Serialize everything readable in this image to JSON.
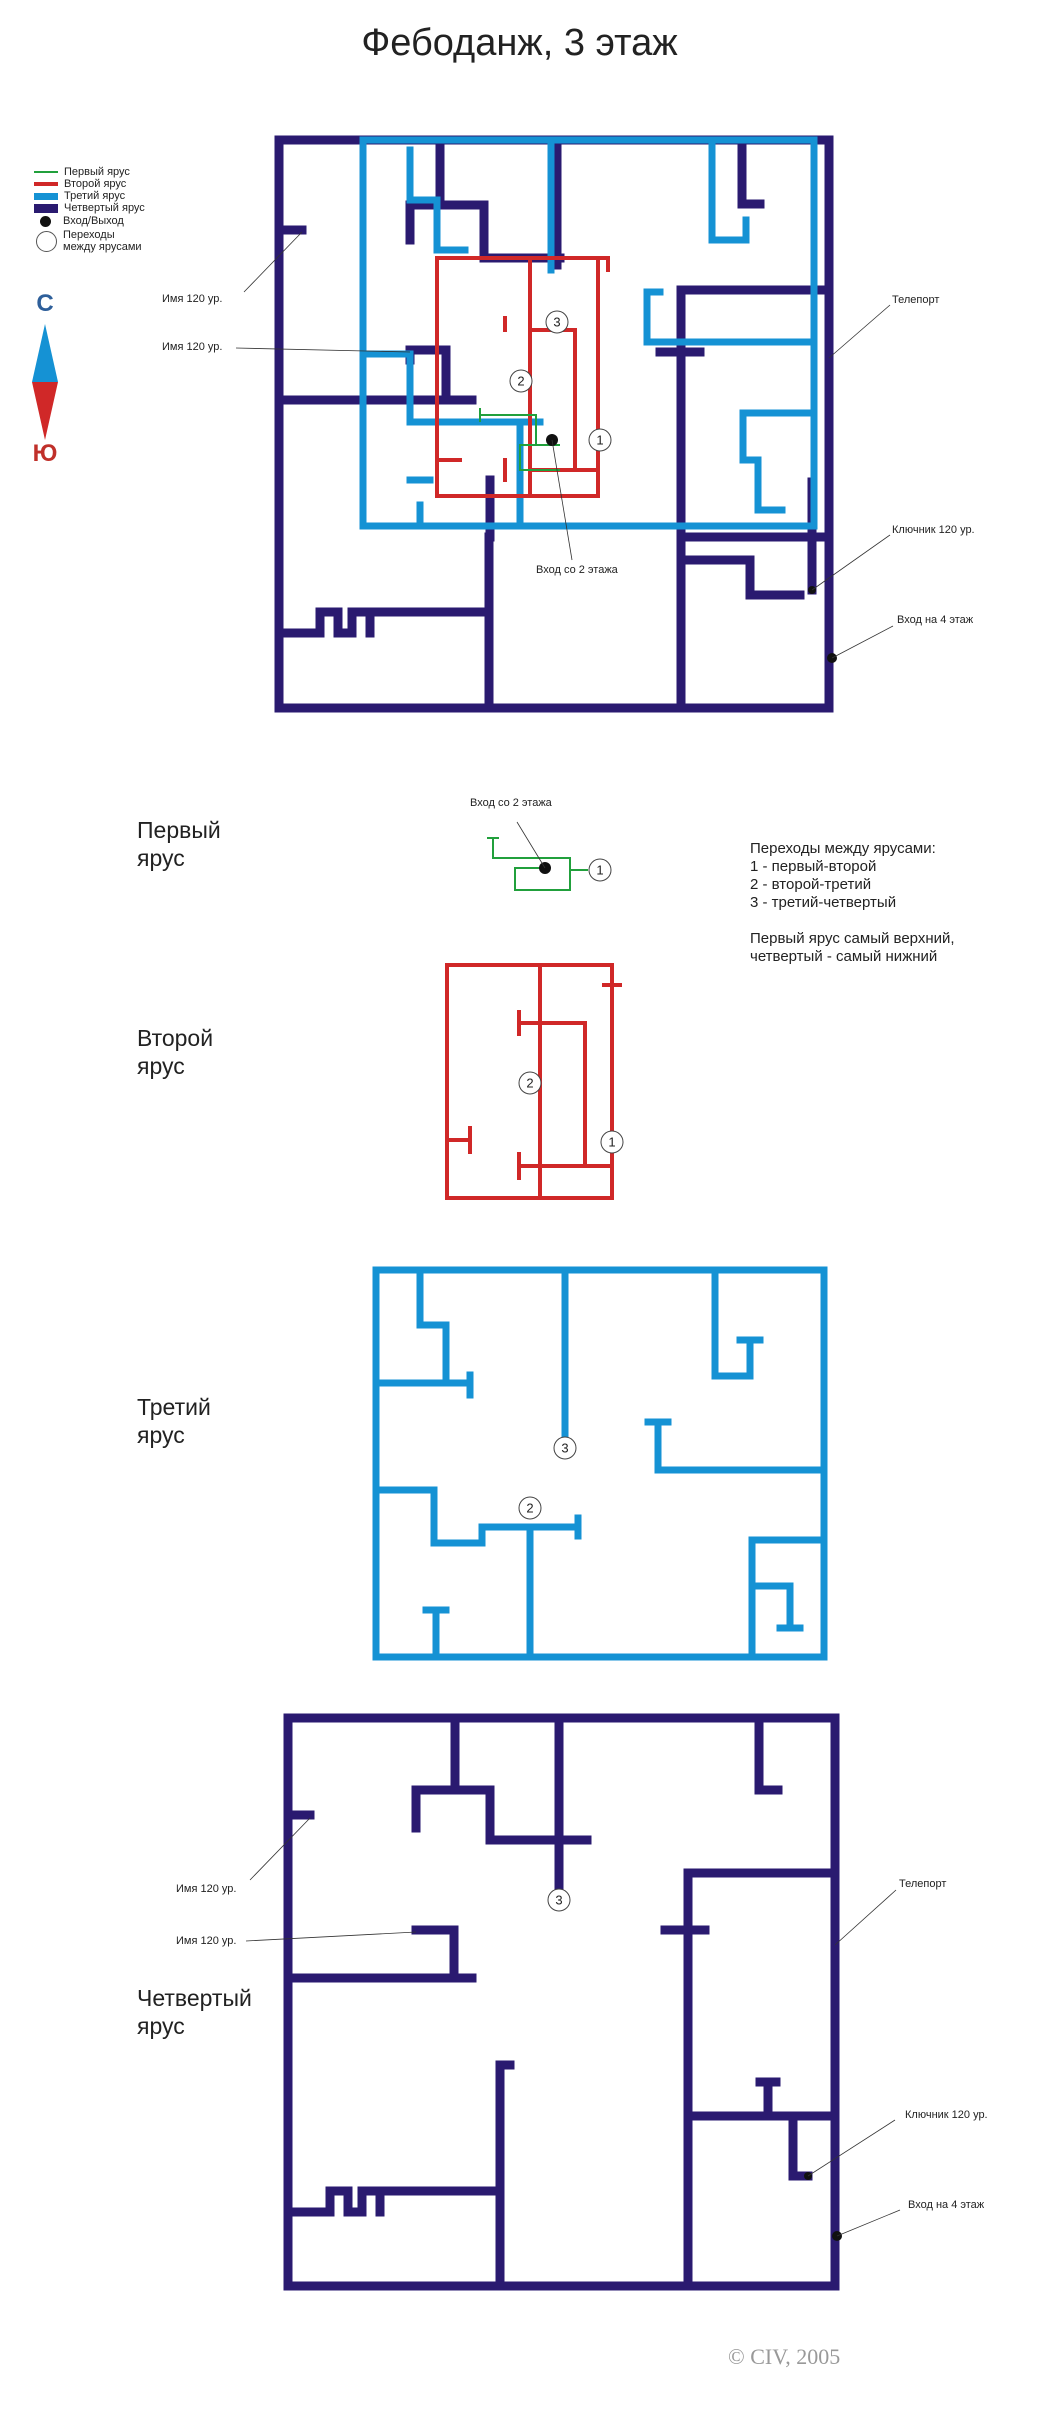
{
  "title": "Фебоданж, 3 этаж",
  "legend": {
    "items": [
      {
        "label": "Первый ярус"
      },
      {
        "label": "Второй ярус"
      },
      {
        "label": "Третий ярус"
      },
      {
        "label": "Четвертый ярус"
      },
      {
        "label": "Вход/Выход"
      },
      {
        "label": "Переходы\nмежду ярусами"
      }
    ]
  },
  "compass": {
    "north": "С",
    "south": "Ю"
  },
  "colors": {
    "tier1": "#21a03c",
    "tier2": "#d02828",
    "tier3": "#1592d4",
    "tier4": "#2a1a70"
  },
  "overview_labels": {
    "name1": "Имя 120 ур.",
    "name2": "Имя 120 ур.",
    "teleport": "Телепорт",
    "keykeeper": "Ключник 120 ур.",
    "exit4": "Вход на 4 этаж",
    "entry2": "Вход со 2 этажа"
  },
  "tiers": {
    "first": {
      "label": "Первый\nярус",
      "entry": "Вход со 2 этажа"
    },
    "second": {
      "label": "Второй\nярус"
    },
    "third": {
      "label": "Третий\nярус"
    },
    "fourth": {
      "label": "Четвертый\nярус",
      "name1": "Имя 120 ур.",
      "name2": "Имя 120 ур.",
      "teleport": "Телепорт",
      "keykeeper": "Ключник 120 ур.",
      "exit4": "Вход на 4 этаж"
    }
  },
  "transition_markers": [
    "1",
    "2",
    "3"
  ],
  "note": {
    "heading": "Переходы между ярусами:",
    "lines": [
      "1 - первый-второй",
      "2 - второй-третий",
      "3 - третий-четвертый"
    ],
    "footer1": "Первый ярус самый верхний,",
    "footer2": "четвертый - самый нижний"
  },
  "copyright": "© CIV, 2005"
}
